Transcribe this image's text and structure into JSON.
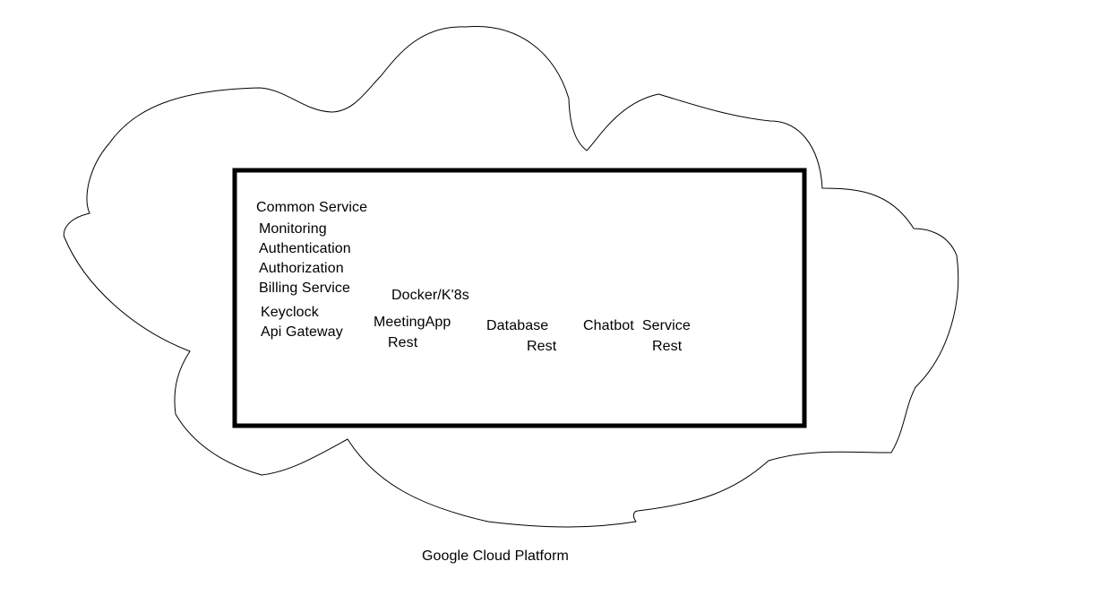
{
  "colors": {
    "background": "#ffffff",
    "line": "#000000",
    "text": "#000000"
  },
  "container": {
    "common": {
      "title": "Common Service",
      "items": [
        "Monitoring",
        "Authentication",
        "Authorization",
        "Billing Service"
      ]
    },
    "gateway": {
      "items": [
        "Keyclock",
        "Api Gateway"
      ]
    },
    "runtime": "Docker/K'8s",
    "services": [
      {
        "name": "MeetingApp",
        "type": "Rest"
      },
      {
        "name": "Database",
        "type": "Rest"
      },
      {
        "name": "Chatbot  Service",
        "type": "Rest"
      }
    ]
  },
  "platform_label": "Google Cloud Platform"
}
